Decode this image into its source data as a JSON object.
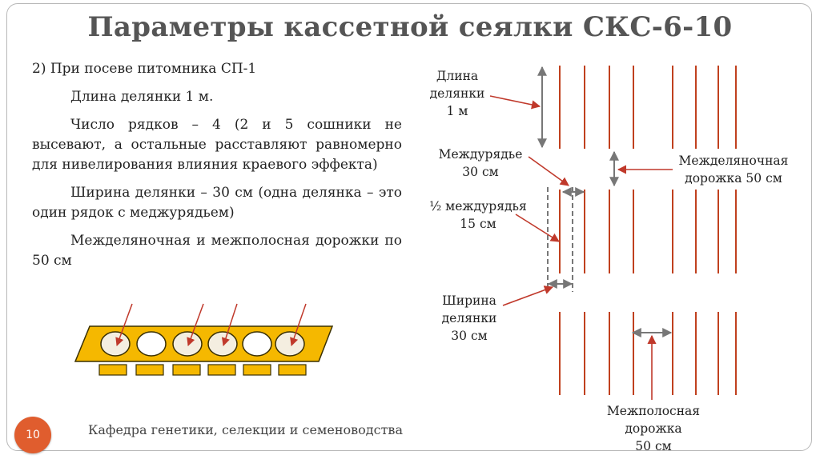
{
  "slide": {
    "title": "Параметры кассетной сеялки СКС-6-10",
    "paragraphs": [
      "2) При посеве питомника СП-1",
      "Длина делянки 1 м.",
      "Число рядков – 4 (2 и 5 сошники не высевают, а остальные расставляют равномерно для нивелирования влияния краевого эффекта)",
      "Ширина делянки – 30 см (одна делянка – это один рядок с меджурядьем)",
      "Меж­деляночная и межполосная дорожки по 50 см"
    ],
    "page_number": "10",
    "footer": "Кафедра генетики, селекции и семеноводства"
  },
  "diagram_labels": {
    "plot_length": [
      "Длина",
      "делянки",
      "1 м"
    ],
    "row_spacing": [
      "Междурядье",
      "30 см"
    ],
    "half_spacing": [
      "½ междурядья",
      "15 см"
    ],
    "plot_width": [
      "Ширина",
      "делянки",
      "30 см"
    ],
    "plot_path": [
      "Меж­деляночная",
      "дорожка 50 см"
    ],
    "strip_path": [
      "Межполосная",
      "дорожка",
      "50 см"
    ]
  },
  "colors": {
    "title": "#555555",
    "row_line": "#c0401e",
    "arrow": "#c0392b",
    "measure": "#777777",
    "cassette": "#f5b800",
    "page_badge": "#e05d2e"
  }
}
